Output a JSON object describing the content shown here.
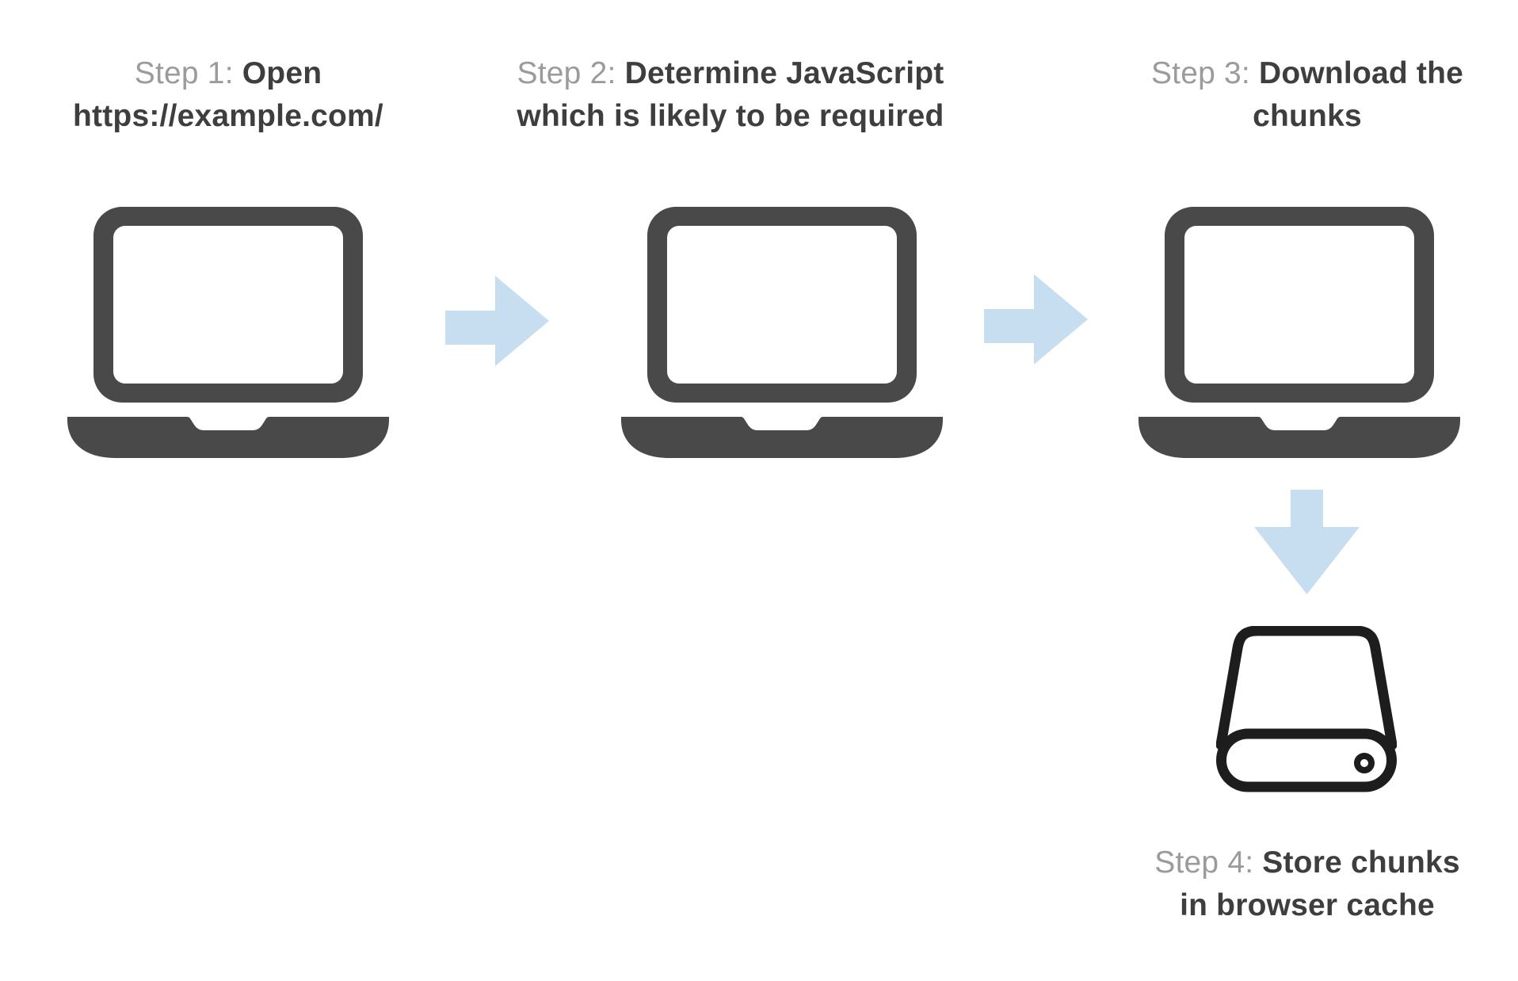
{
  "diagram": {
    "kind": "flow-diagram",
    "background": "#ffffff",
    "steps": [
      {
        "prefix": "Step 1: ",
        "title": "Open https://example.com/",
        "icon": "laptop-icon"
      },
      {
        "prefix": "Step 2: ",
        "title": "Determine JavaScript which is likely to be required",
        "icon": "laptop-icon"
      },
      {
        "prefix": "Step 3: ",
        "title": "Download the chunks",
        "icon": "laptop-icon"
      },
      {
        "prefix": "Step 4: ",
        "title": "Store chunks in browser cache",
        "icon": "hard-drive-icon"
      }
    ],
    "connectors": [
      "arrow-right",
      "arrow-right",
      "arrow-down"
    ]
  },
  "colors": {
    "icon_gray": "#494949",
    "arrow_blue": "#c6def0",
    "label_gray": "#9b9b9b",
    "label_dark": "#3e3e3e",
    "drive_outline": "#1d1d1d",
    "canvas_bg": "#ffffff"
  }
}
